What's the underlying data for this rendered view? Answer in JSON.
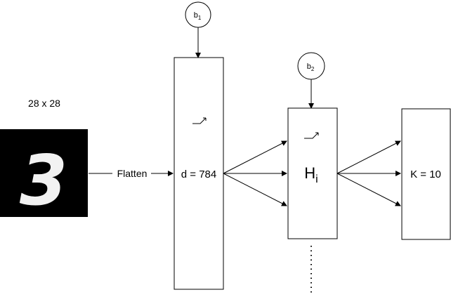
{
  "input": {
    "size_label": "28 x 28",
    "digit_glyph": "3",
    "image_background": "#000000",
    "digit_color": "#f2f2f2"
  },
  "flatten": {
    "label": "Flatten"
  },
  "layer_input": {
    "label": "d = 784",
    "bias_main": "b",
    "bias_sub": "1"
  },
  "layer_hidden": {
    "label_main": "H",
    "label_sub": "i",
    "bias_main": "b",
    "bias_sub": "2",
    "continuation": "⋮"
  },
  "layer_output": {
    "label": "K = 10"
  },
  "colors": {
    "stroke": "#000000",
    "background": "#ffffff"
  }
}
